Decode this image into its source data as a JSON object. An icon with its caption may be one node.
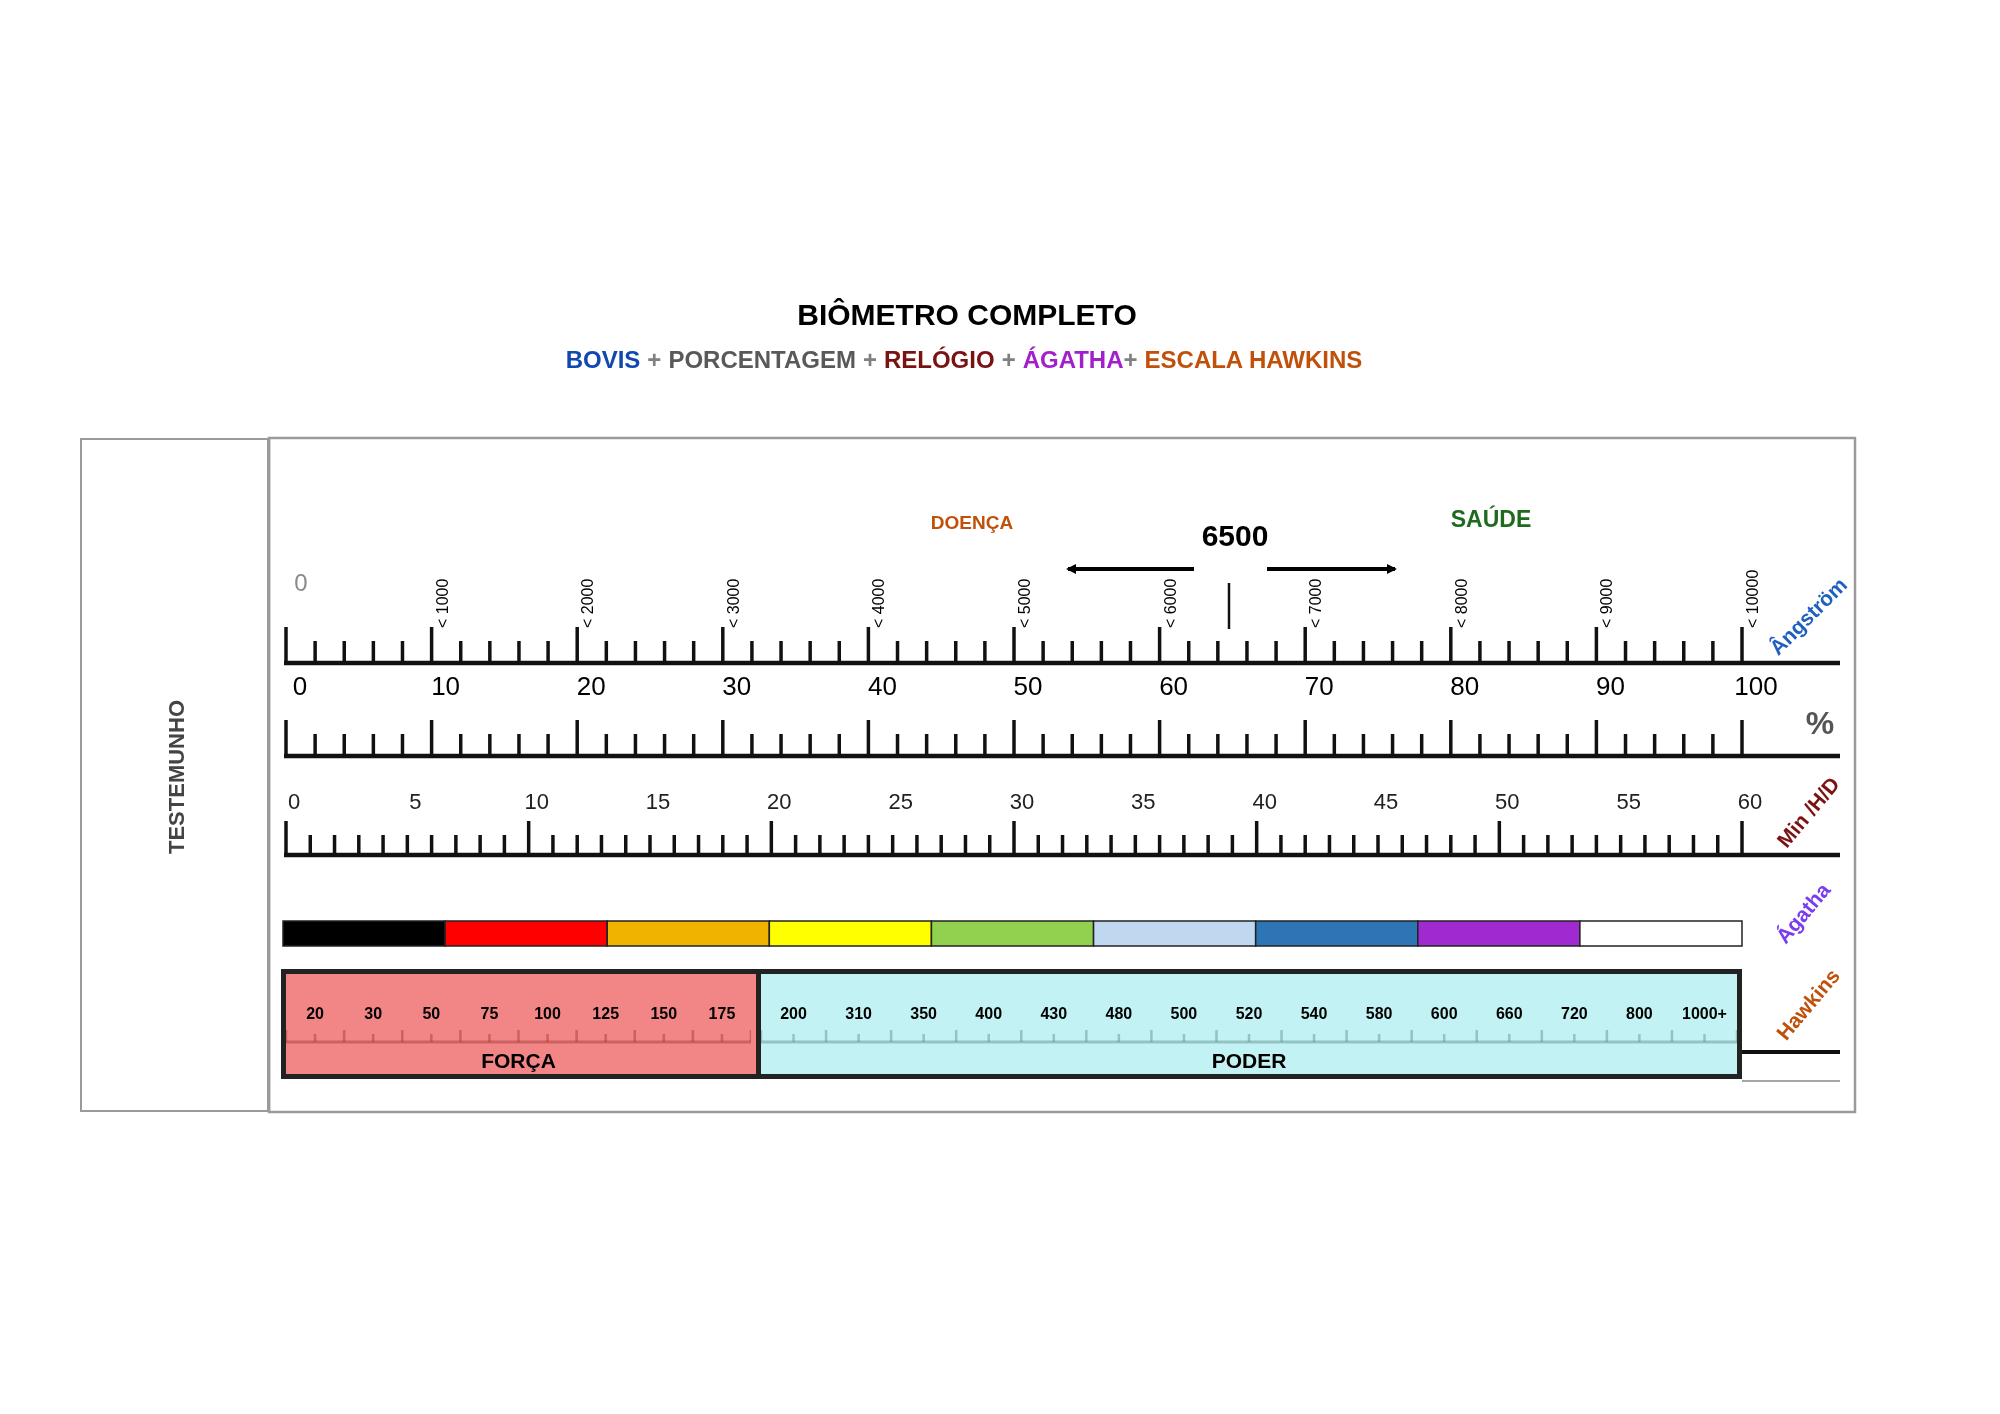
{
  "diagram": {
    "title": "BIÔMETRO COMPLETO",
    "nodes": [
      {
        "text": [
          "TESTEMUNHO"
        ]
      },
      {
        "text": [
          "20",
          "30",
          "50",
          "75",
          "100",
          "125",
          "150",
          "175",
          "FORÇA"
        ]
      },
      {
        "text": [
          "200",
          "310",
          "350",
          "400",
          "430",
          "480",
          "500",
          "520",
          "540",
          "580",
          "600",
          "660",
          "720",
          "800",
          "1000+",
          "PODER"
        ]
      }
    ],
    "edges": [],
    "labels": [
      "BOVIS",
      "+",
      "PORCENTAGEM",
      "+",
      "RELÓGIO",
      "+",
      "ÁGATHA",
      "+",
      "ESCALA HAWKINS",
      "DOENÇA",
      "6500",
      "SAÚDE",
      "0",
      "< 1000",
      "< 2000",
      "< 3000",
      "< 4000",
      "< 5000",
      "< 6000",
      "< 7000",
      "< 8000",
      "< 9000",
      "< 10000",
      "Ângström",
      "0",
      "10",
      "20",
      "30",
      "40",
      "50",
      "60",
      "70",
      "80",
      "90",
      "100",
      "%",
      "0",
      "5",
      "10",
      "15",
      "20",
      "25",
      "30",
      "35",
      "40",
      "45",
      "50",
      "55",
      "60",
      "Min /H/D",
      "Ágatha",
      "Hawkins"
    ]
  }
}
